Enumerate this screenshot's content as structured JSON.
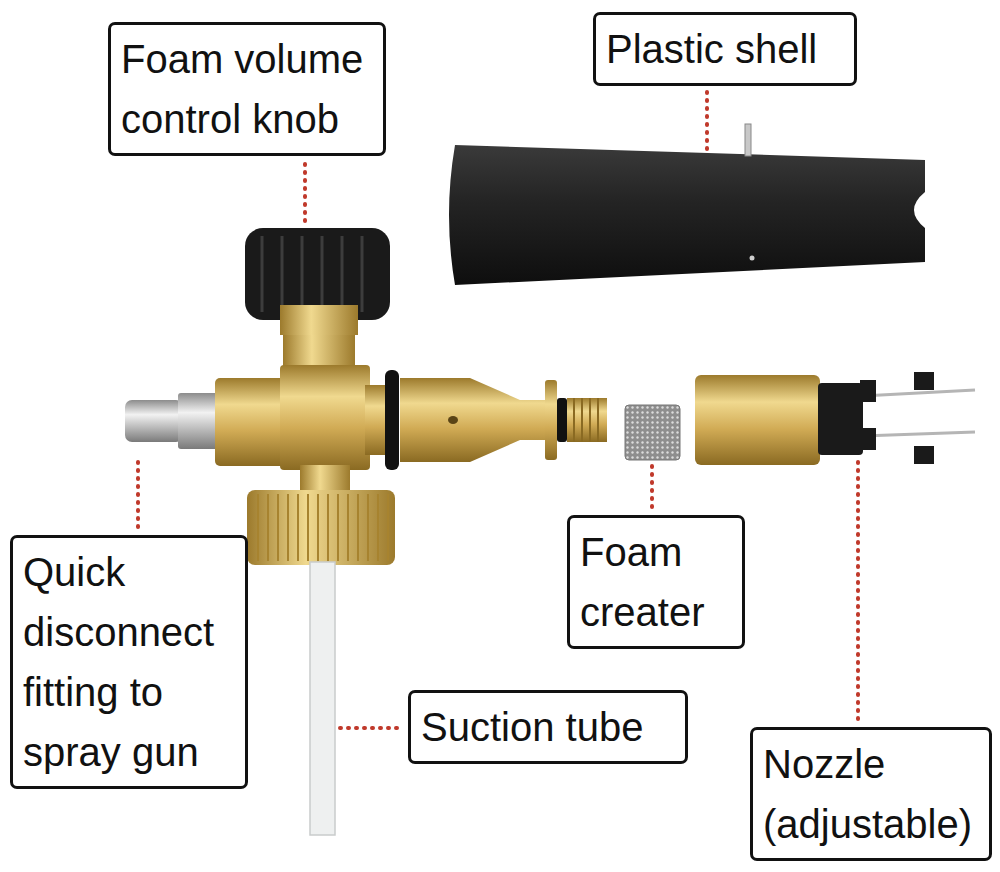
{
  "diagram": {
    "nodes": [
      {
        "text": [
          "Foam volume control knob"
        ]
      },
      {
        "text": [
          "Plastic shell"
        ]
      },
      {
        "text": [
          "Quick disconnect fitting to spray gun"
        ]
      },
      {
        "text": [
          "Foam creater"
        ]
      },
      {
        "text": [
          "Suction tube"
        ]
      },
      {
        "text": [
          "Nozzle (adjustable)"
        ]
      }
    ]
  }
}
